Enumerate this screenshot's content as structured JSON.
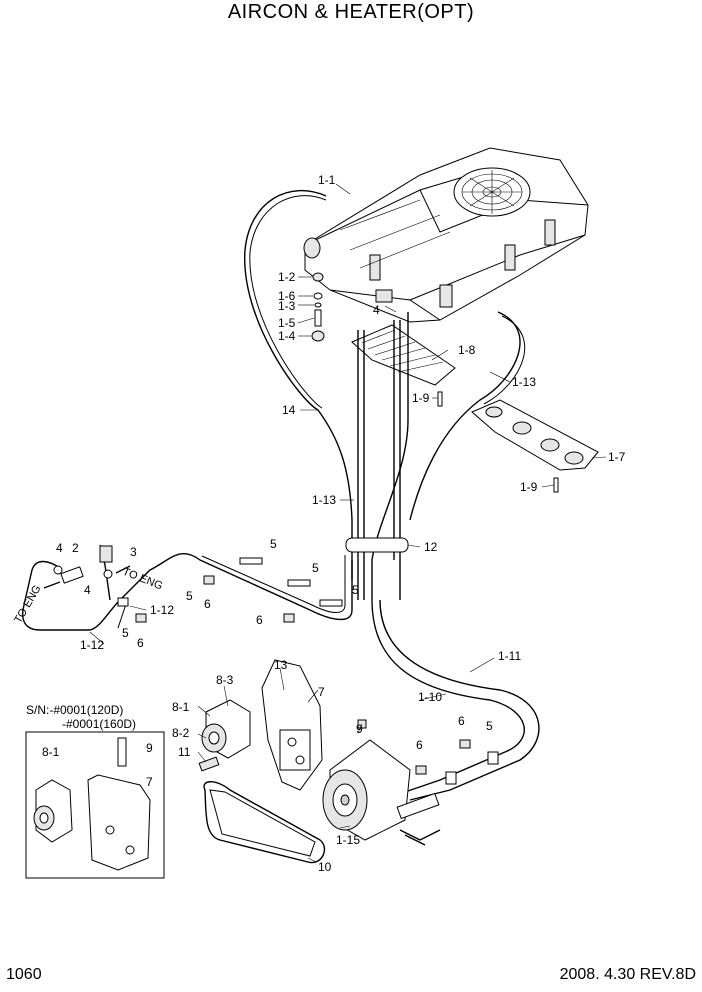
{
  "title": "AIRCON & HEATER(OPT)",
  "footer": {
    "page_number": "1060",
    "revision": "2008. 4.30  REV.8D"
  },
  "inset": {
    "serial_line1": "S/N:-#0001(120D)",
    "serial_line2": "-#0001(160D)"
  },
  "callouts": {
    "c1_1": "1-1",
    "c1_2": "1-2",
    "c1_6": "1-6",
    "c1_3": "1-3",
    "c1_5": "1-5",
    "c1_4": "1-4",
    "c4_top": "4",
    "c1_8": "1-8",
    "c1_13_top": "1-13",
    "c1_9_a": "1-9",
    "c14": "14",
    "c1_7": "1-7",
    "c1_9_b": "1-9",
    "c1_13_mid": "1-13",
    "c12": "12",
    "c4_left": "4",
    "c2": "2",
    "c3": "3",
    "c4_low": "4",
    "to_eng_left": "TO ENG",
    "to_eng_right": "TO ENG",
    "c5_a": "5",
    "c6_a": "6",
    "c1_12_a": "1-12",
    "c5_b": "5",
    "c6_b": "6",
    "c1_12_b": "1-12",
    "c5_c": "5",
    "c5_d": "5",
    "c5_e": "5",
    "c6_c": "6",
    "c1_11": "1-11",
    "c1_10": "1-10",
    "c13": "13",
    "c7": "7",
    "c8_3": "8-3",
    "c8_1": "8-1",
    "c8_2": "8-2",
    "c11": "11",
    "c9": "9",
    "c6_d": "6",
    "c5_f": "5",
    "c6_e": "6",
    "c1_15": "1-15",
    "c10": "10",
    "inset_8_1": "8-1",
    "inset_9": "9",
    "inset_7": "7"
  },
  "colors": {
    "line": "#000000",
    "background": "#ffffff",
    "fill_light": "#e6e6e6"
  }
}
